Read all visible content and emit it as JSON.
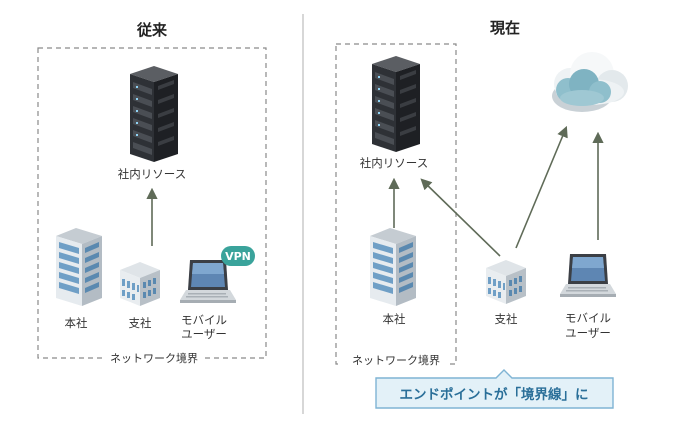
{
  "left": {
    "title": "従来",
    "resource_label": "社内リソース",
    "hq_label": "本社",
    "branch_label": "支社",
    "mobile_label_line1": "モバイル",
    "mobile_label_line2": "ユーザー",
    "vpn_badge": "VPN",
    "boundary_label": "ネットワーク境界"
  },
  "right": {
    "title": "現在",
    "resource_label": "社内リソース",
    "hq_label": "本社",
    "branch_label": "支社",
    "mobile_label_line1": "モバイル",
    "mobile_label_line2": "ユーザー",
    "boundary_label": "ネットワーク境界",
    "callout": "エンドポイントが「境界線」に"
  },
  "icons": [
    "server-rack-icon",
    "office-tower-icon",
    "branch-building-icon",
    "laptop-icon",
    "cloud-icon"
  ],
  "colors": {
    "arrow": "#5f6b58",
    "vpn_badge": "#3aa39b",
    "callout_fill": "#e3f1f8",
    "callout_border": "#7fb4d4",
    "callout_text": "#2a6f99",
    "cloud": "#8fbfcc"
  }
}
